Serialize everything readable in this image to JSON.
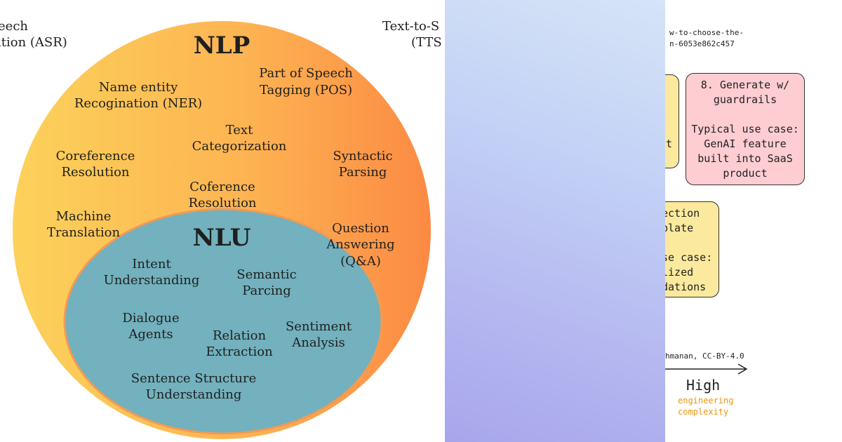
{
  "nlp_diagram": {
    "outer_title": "NLP",
    "inner_title": "NLU",
    "top_left_label": [
      "atic Speech",
      "ition (ASR)"
    ],
    "top_right_label": [
      "Text-to-S",
      "(TTS"
    ],
    "nlp_items": [
      [
        "Name entity",
        "Recogination (NER)"
      ],
      [
        "Part of Speech",
        "Tagging (POS)"
      ],
      [
        "Text",
        "Categorization"
      ],
      [
        "Coreference",
        "Resolution"
      ],
      [
        "Syntactic",
        "Parsing"
      ],
      [
        "Coference",
        "Resolution"
      ],
      [
        "Machine",
        "Translation"
      ],
      [
        "Question",
        "Answering",
        "(Q&A)"
      ]
    ],
    "nlu_items": [
      [
        "Intent",
        "Understanding"
      ],
      [
        "Semantic",
        "Parcing"
      ],
      [
        "Dialogue",
        "Agents"
      ],
      [
        "Relation",
        "Extraction"
      ],
      [
        "Sentiment",
        "Analysis"
      ],
      [
        "Sentence Structure",
        "Understanding"
      ]
    ],
    "colors": {
      "outer_gradient_start": "#fcd25a",
      "outer_gradient_end": "#fc8a44",
      "inner_fill": "#72b1bd",
      "inner_stroke": "#f29a55"
    }
  },
  "right_panel": {
    "url_fragment": [
      "w-to-choose-the-",
      "n-6053e862c457"
    ],
    "card_8_text": "8. Generate w/\nguardrails\n\nTypical use case:\nGenAI feature\nbuilt into SaaS\nproduct",
    "yellow_card_fragment": "ection\nplate\n\nse case:\nlized\ndations",
    "left_card_fragment": "t",
    "attribution": "hmanan, CC-BY-4.0",
    "axis_high": "High",
    "axis_caption": [
      "engineering",
      "complexity"
    ],
    "colors": {
      "pink_card": "#fdcdd2",
      "yellow_card": "#fbe99d",
      "caption": "#e8960f"
    }
  }
}
